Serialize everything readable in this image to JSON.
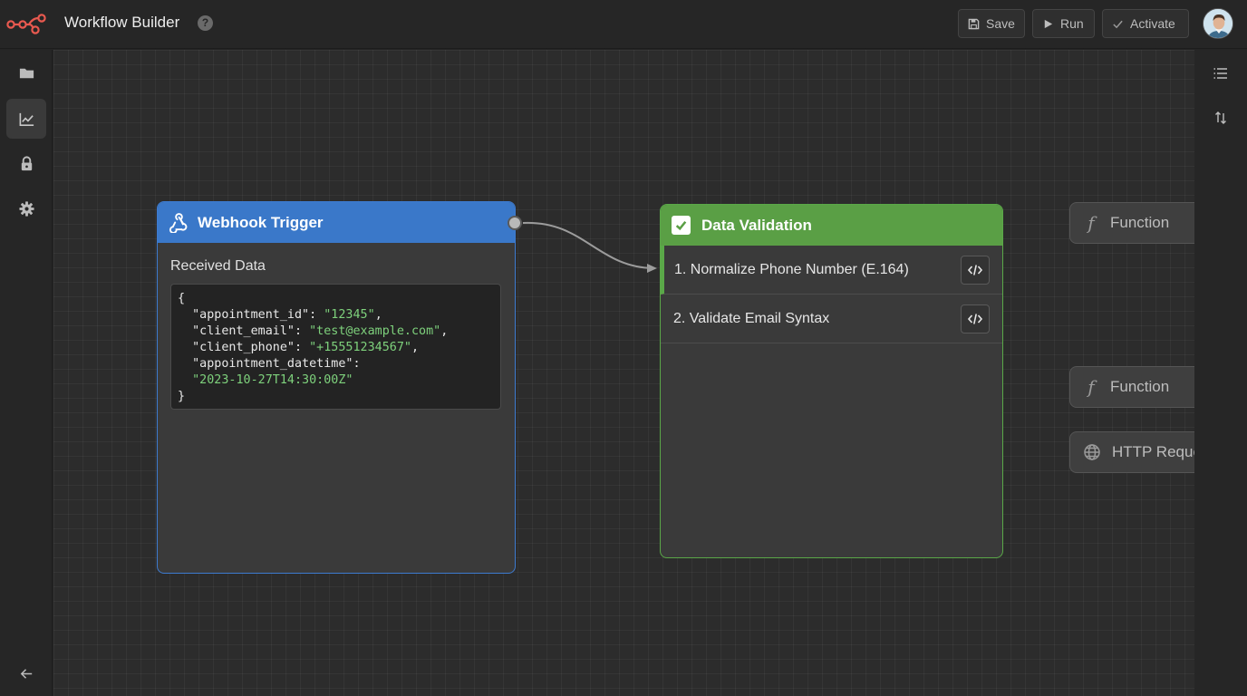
{
  "app": {
    "title": "Workflow Builder",
    "help_glyph": "?"
  },
  "toolbar": {
    "save_label": "Save",
    "run_label": "Run",
    "activate_label": "Activate"
  },
  "left_sidebar": {
    "items": [
      {
        "name": "folder-icon",
        "active": false
      },
      {
        "name": "chart-icon",
        "active": true
      },
      {
        "name": "lock-icon",
        "active": false
      },
      {
        "name": "gear-icon",
        "active": false
      }
    ],
    "collapse_icon": "arrow-left-icon"
  },
  "right_sidebar": {
    "items": [
      "list-icon",
      "sort-arrows-icon"
    ]
  },
  "nodes": {
    "webhook": {
      "title": "Webhook Trigger",
      "icon": "webhook-icon",
      "color": "#3a78c9",
      "section_label": "Received Data",
      "json": {
        "open": "{",
        "close": "}",
        "appointment_id_key": "\"appointment_id\"",
        "appointment_id_value": "\"12345\"",
        "client_email_key": "\"client_email\"",
        "client_email_value": "\"test@example.com\"",
        "client_phone_key": "\"client_phone\"",
        "client_phone_value": "\"+15551234567\"",
        "appointment_datetime_key": "\"appointment_datetime\"",
        "appointment_datetime_value": "\"2023-10-27T14:30:00Z\""
      }
    },
    "validation": {
      "title": "Data Validation",
      "icon": "checkbox-icon",
      "color": "#5a9f45",
      "steps": [
        {
          "label": "1. Normalize Phone Number (E.164)",
          "action_icon": "code-icon"
        },
        {
          "label": "2. Validate Email Syntax",
          "action_icon": "code-icon"
        }
      ]
    }
  },
  "palette": {
    "items": [
      {
        "label": "Function",
        "icon": "f"
      },
      {
        "label": "Function",
        "icon": "f"
      },
      {
        "label": "HTTP Reque",
        "icon": "globe-icon"
      }
    ]
  },
  "colors": {
    "accent_blue": "#3a78c9",
    "accent_green": "#5a9f45",
    "json_string": "#7ed17c"
  }
}
